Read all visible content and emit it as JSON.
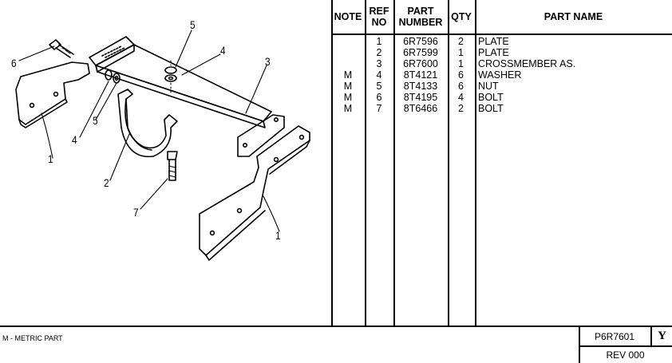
{
  "diagram": {
    "callouts": [
      "1",
      "1",
      "2",
      "3",
      "4",
      "4",
      "5",
      "5",
      "6",
      "7"
    ]
  },
  "table": {
    "headers": {
      "note": "NOTE",
      "ref_line1": "REF",
      "ref_line2": "NO",
      "part_line1": "PART",
      "part_line2": "NUMBER",
      "qty": "QTY",
      "name": "PART NAME"
    },
    "rows": [
      {
        "note": "",
        "ref": "1",
        "part": "6R7596",
        "qty": "2",
        "name": "PLATE"
      },
      {
        "note": "",
        "ref": "2",
        "part": "6R7599",
        "qty": "1",
        "name": "PLATE"
      },
      {
        "note": "",
        "ref": "3",
        "part": "6R7600",
        "qty": "1",
        "name": "CROSSMEMBER AS."
      },
      {
        "note": "M",
        "ref": "4",
        "part": "8T4121",
        "qty": "6",
        "name": "WASHER"
      },
      {
        "note": "M",
        "ref": "5",
        "part": "8T4133",
        "qty": "6",
        "name": "NUT"
      },
      {
        "note": "M",
        "ref": "6",
        "part": "8T4195",
        "qty": "4",
        "name": "BOLT"
      },
      {
        "note": "M",
        "ref": "7",
        "part": "8T6466",
        "qty": "2",
        "name": "BOLT"
      }
    ]
  },
  "footer": {
    "note": "M - METRIC PART",
    "doc_number": "P6R7601",
    "rev_letter": "Y",
    "revision": "REV 000"
  }
}
